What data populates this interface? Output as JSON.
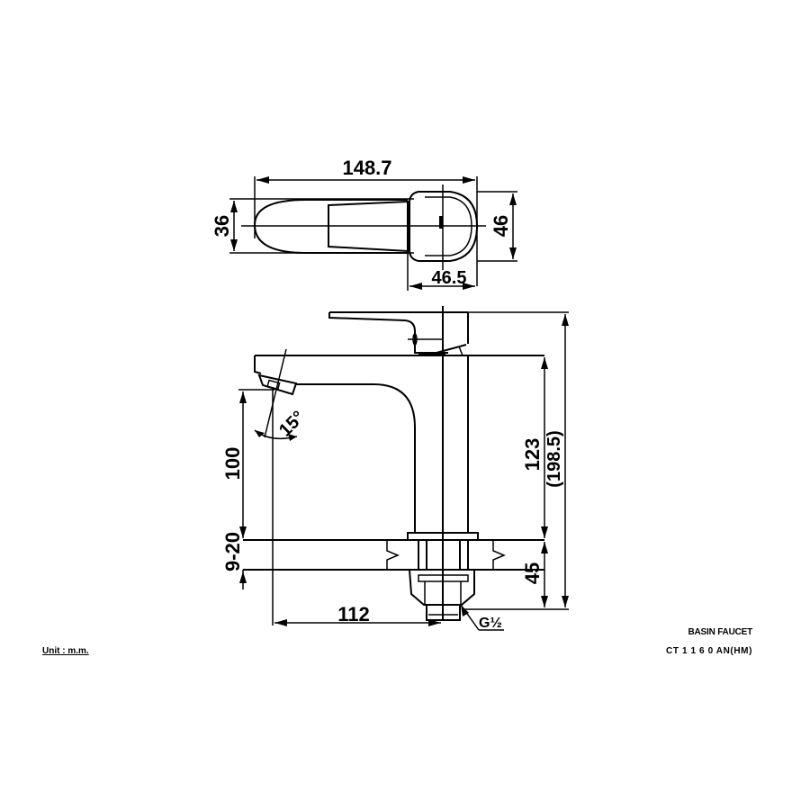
{
  "drawing": {
    "product_name": "BASIN FAUCET",
    "model_code": "CT 1 1 6 0 AN(HM)",
    "unit_label": "Unit : m.m."
  },
  "top_view": {
    "dimensions": {
      "overall_length": "148.7",
      "lever_width": "36",
      "body_width": "46",
      "body_depth": "46.5"
    }
  },
  "side_view": {
    "dimensions": {
      "spout_height": "100",
      "counter_thickness": "9-20",
      "spout_reach": "112",
      "spout_angle": "15°",
      "body_height": "123",
      "overall_height": "(198.5)",
      "thread_length": "45",
      "thread_size": "G½"
    }
  },
  "colors": {
    "line": "#000000",
    "background": "#ffffff"
  }
}
